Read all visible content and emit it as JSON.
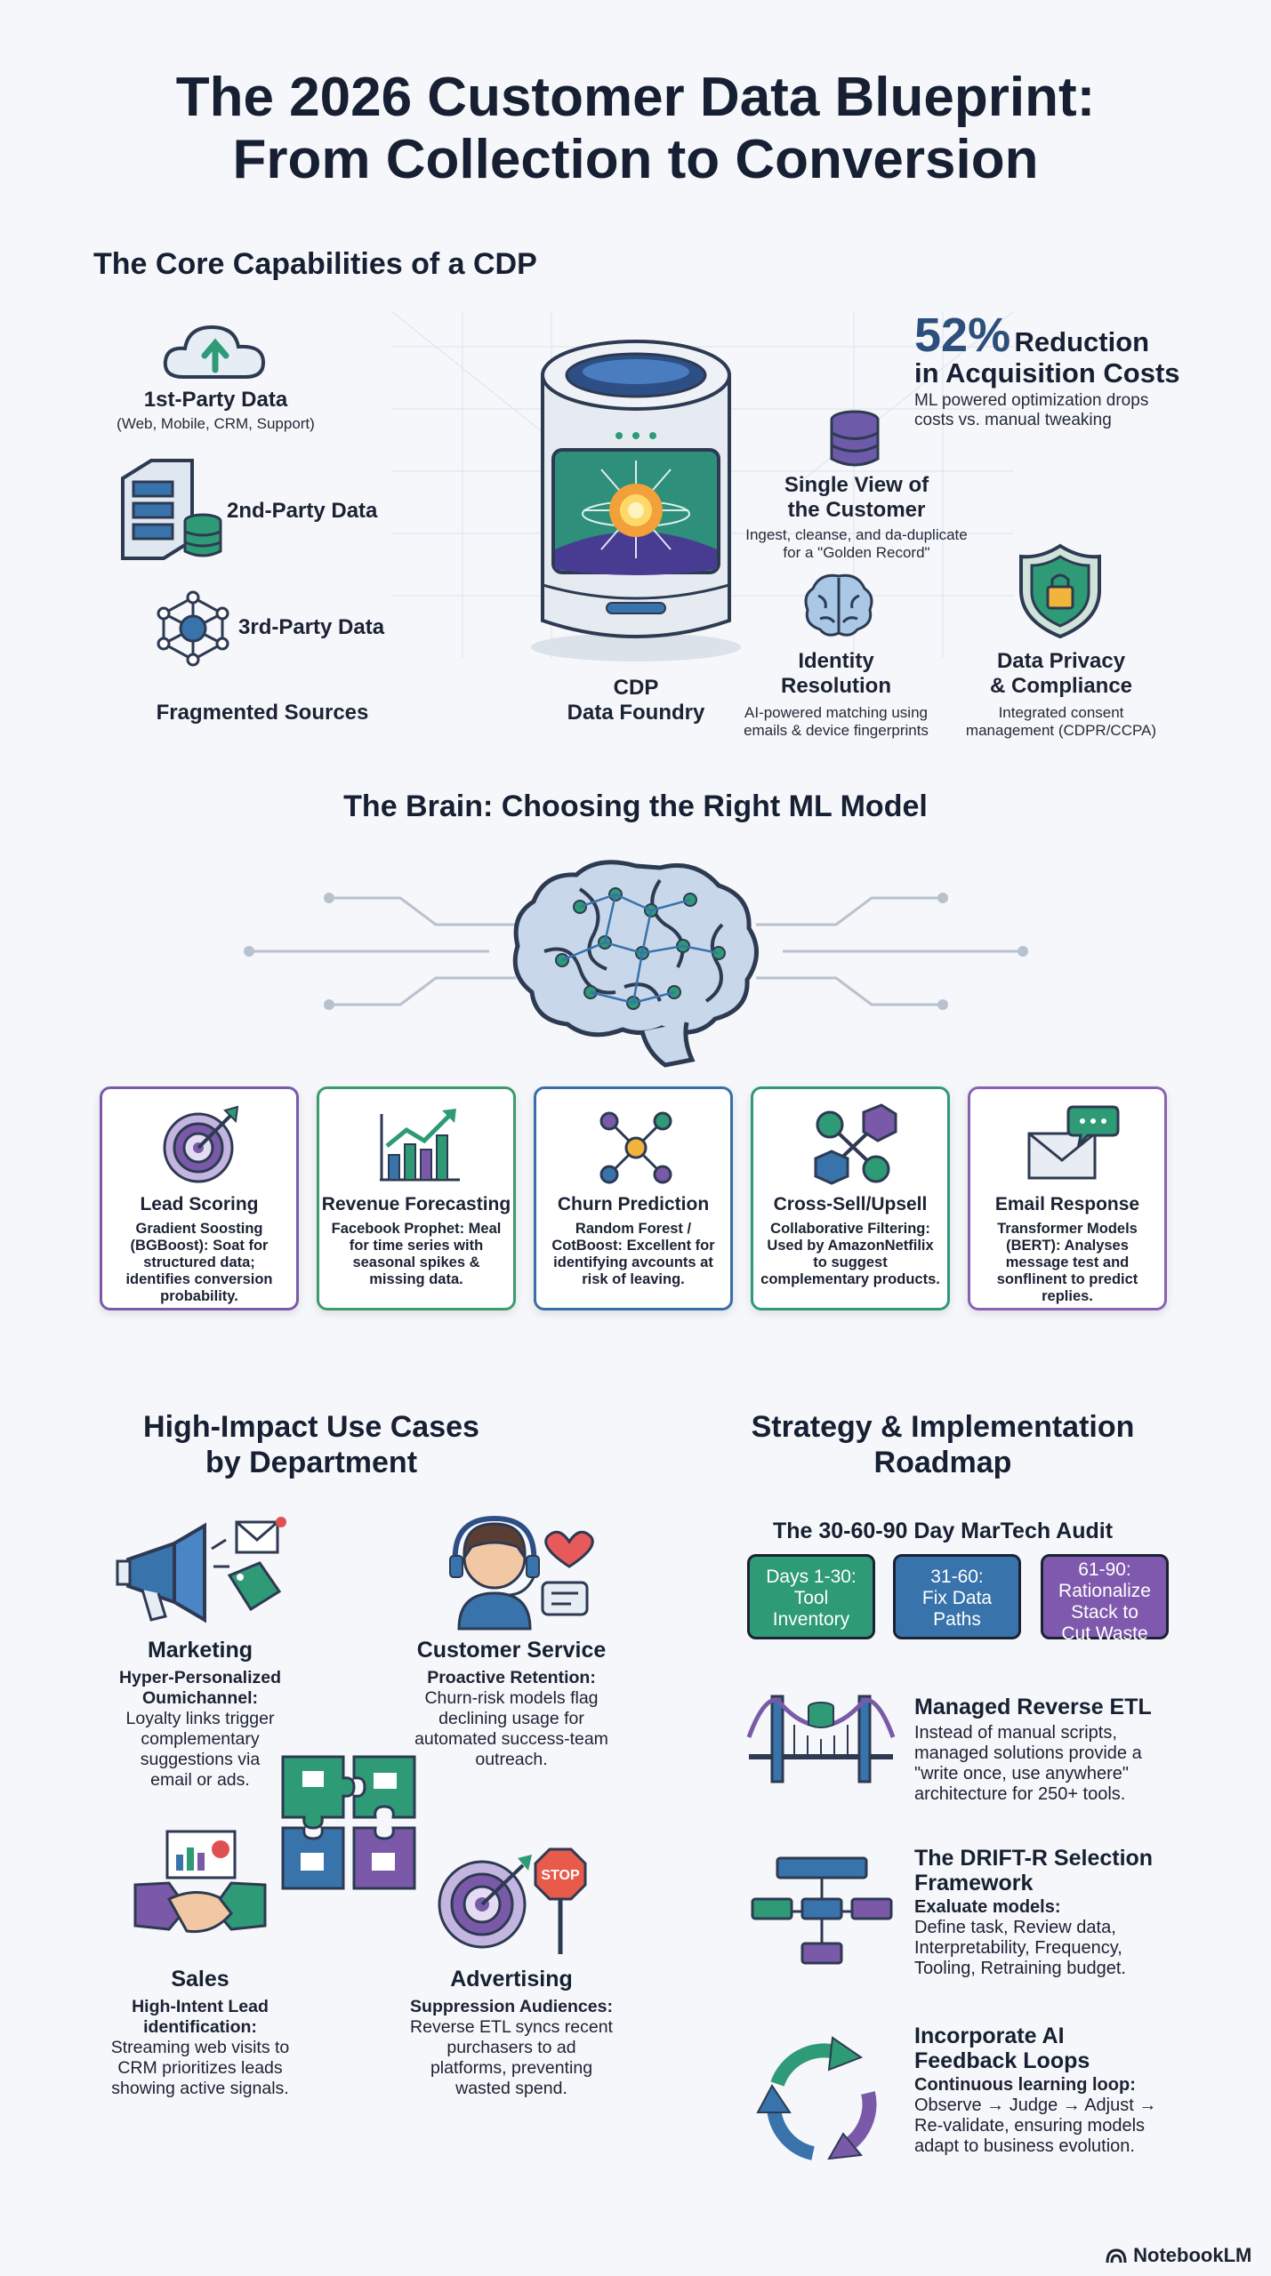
{
  "title_line1": "The 2026 Customer Data Blueprint:",
  "title_line2": "From Collection to Conversion",
  "core": {
    "heading": "The Core Capabilities of a CDP",
    "sources": [
      {
        "label": "1st-Party Data",
        "sub": "(Web, Mobile, CRM, Support)",
        "icon": "cloud-upload-icon"
      },
      {
        "label": "2nd-Party Data",
        "icon": "server-icon"
      },
      {
        "label": "3rd-Party Data",
        "icon": "network-icon"
      }
    ],
    "sources_caption": "Fragmented Sources",
    "cdp_label_1": "CDP",
    "cdp_label_2": "Data Foundry",
    "stat_number": "52%",
    "stat_label_1": "Reduction",
    "stat_label_2": "in Acquisition Costs",
    "stat_desc_1": "ML powered optimization drops",
    "stat_desc_2": "costs vs. manual tweaking",
    "single_view_title_1": "Single View of",
    "single_view_title_2": "the Customer",
    "single_view_desc_1": "Ingest, cleanse, and da-duplicate",
    "single_view_desc_2": "for a \"Golden Record\"",
    "identity_title_1": "Identity",
    "identity_title_2": "Resolution",
    "identity_desc_1": "AI-powered matching using",
    "identity_desc_2": "emails & device fingerprints",
    "privacy_title_1": "Data Privacy",
    "privacy_title_2": "& Compliance",
    "privacy_desc_1": "Integrated consent",
    "privacy_desc_2": "management (CDPR/CCPA)"
  },
  "brain": {
    "heading": "The Brain: Choosing the Right ML Model",
    "cards": [
      {
        "title": "Lead Scoring",
        "desc": "Gradient Soosting (BGBoost): Soat for structured data; identifies conversion probability.",
        "color": "#7a5aa8",
        "icon": "target-icon"
      },
      {
        "title": "Revenue Forecasting",
        "desc": "Facebook Prophet: Meal for time series with seasonal spikes & missing data.",
        "color": "#3d9a6e",
        "icon": "bar-chart-icon"
      },
      {
        "title": "Churn Prediction",
        "desc": "Random Forest / CotBoost: Excellent for identifying avcounts at risk of leaving.",
        "color": "#3a6ea8",
        "icon": "molecule-icon"
      },
      {
        "title": "Cross-Sell/Upsell",
        "desc": "Collaborative Filtering: Used by AmazonNetfilix to suggest complementary products.",
        "color": "#2f9a7a",
        "icon": "cubes-icon"
      },
      {
        "title": "Email Response",
        "desc": "Transformer Models (BERT): Analyses message test and sonflinent to predict replies.",
        "color": "#8a62b3",
        "icon": "envelope-icon"
      }
    ]
  },
  "usecases": {
    "heading_1": "High-Impact Use Cases",
    "heading_2": "by Department",
    "marketing": {
      "title": "Marketing",
      "desc": [
        "Hyper-Personalized",
        "Oumichannel:",
        "Loyalty links trigger",
        "complementary",
        "suggestions via",
        "email or ads."
      ]
    },
    "service": {
      "title": "Customer Service",
      "desc": [
        "Proactive Retention:",
        "Churn-risk models flag",
        "declining usage for",
        "automated success-team",
        "outreach."
      ]
    },
    "sales": {
      "title": "Sales",
      "desc": [
        "High-Intent Lead",
        "identification:",
        "Streaming web visits to",
        "CRM prioritizes leads",
        "showing active signals."
      ]
    },
    "advertising": {
      "title": "Advertising",
      "desc": [
        "Suppression Audiences:",
        "Reverse ETL syncs recent",
        "purchasers to ad",
        "platforms, preventing",
        "wasted spend."
      ]
    },
    "stop_sign": "STOP"
  },
  "roadmap": {
    "heading_1": "Strategy & Implementation",
    "heading_2": "Roadmap",
    "audit_title": "The 30-60-90 Day MarTech Audit",
    "phases": [
      {
        "line1": "Days 1-30:",
        "line2": "Tool",
        "line3": "Inventory",
        "color": "#2e9a76"
      },
      {
        "line1": "31-60:",
        "line2": "Fix Data",
        "line3": "Paths",
        "color": "#3873ac"
      },
      {
        "line1": "61-90:",
        "line2": "Rationalize",
        "line3": "Stack to",
        "line4": "Cut Waste",
        "color": "#7e59ad"
      }
    ],
    "items": [
      {
        "title": [
          "Managed Reverse ETL"
        ],
        "desc": [
          "Instead of manual scripts,",
          "managed solutions provide a",
          "\"write once, use anywhere\"",
          "architecture for 250+ tools."
        ],
        "icon": "bridge-icon"
      },
      {
        "title": [
          "The DRIFT-R Selection",
          "Framework"
        ],
        "lead": "Exaluate models:",
        "desc": [
          "Define task, Review data,",
          "Interpretability, Frequency,",
          "Tooling, Retraining budget."
        ],
        "icon": "flowchart-icon"
      },
      {
        "title": [
          "Incorporate AI",
          "Feedback Loops"
        ],
        "lead": "Continuous learning loop:",
        "desc": [
          "Observe → Judge → Adjust →",
          "Re-validate, ensuring models",
          "adapt to business evolution."
        ],
        "icon": "cycle-arrows-icon"
      }
    ]
  },
  "footer_brand": "NotebookLM"
}
